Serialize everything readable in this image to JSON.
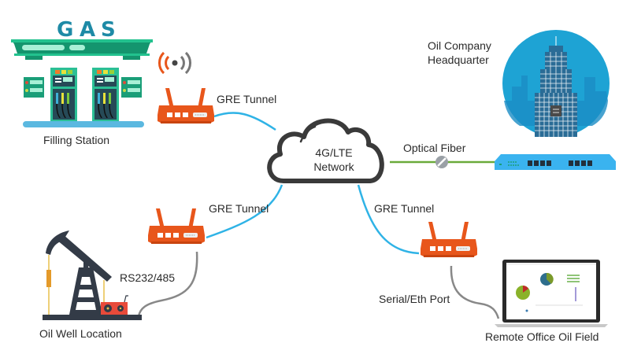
{
  "diagram": {
    "title": "4G/LTE industrial router oil & gas network",
    "colors": {
      "router": "#e8561b",
      "gre_link": "#2fb3e6",
      "fiber_link": "#6aaa3a",
      "serial_link": "#888888",
      "cloud_stroke": "#3a3a3a",
      "station_green": "#1a9e78",
      "hq_circle": "#1ea3d4",
      "switch_blue": "#3ab3ef",
      "pumpjack": "#333b47"
    },
    "nodes": {
      "cloud": {
        "line1": "4G/LTE",
        "line2": "Network",
        "icon": "cloud-icon"
      },
      "filling_station": {
        "label": "Filling Station",
        "sign": [
          "G",
          "A",
          "S"
        ],
        "icon": "gas-station-icon"
      },
      "headquarter": {
        "line1": "Oil Company",
        "line2": "Headquarter",
        "icon": "skyscraper-icon"
      },
      "oil_well": {
        "label": "Oil Well Location",
        "icon": "pumpjack-icon"
      },
      "remote_office": {
        "label": "Remote Office Oil Field",
        "icon": "laptop-icon"
      },
      "hq_switch": {
        "icon": "network-switch-icon"
      },
      "routers": [
        {
          "id": "router-filling-station",
          "icon": "router-icon",
          "wireless": true
        },
        {
          "id": "router-oil-well",
          "icon": "router-icon",
          "wireless": false
        },
        {
          "id": "router-remote-office",
          "icon": "router-icon",
          "wireless": false
        }
      ]
    },
    "links": [
      {
        "from": "router-filling-station",
        "to": "cloud",
        "label": "GRE Tunnel",
        "type": "gre"
      },
      {
        "from": "router-oil-well",
        "to": "cloud",
        "label": "GRE Tunnel",
        "type": "gre"
      },
      {
        "from": "router-remote-office",
        "to": "cloud",
        "label": "GRE Tunnel",
        "type": "gre"
      },
      {
        "from": "cloud",
        "to": "hq_switch",
        "label": "Optical Fiber",
        "type": "fiber"
      },
      {
        "from": "router-oil-well",
        "to": "oil_well",
        "label": "RS232/485",
        "type": "serial"
      },
      {
        "from": "router-remote-office",
        "to": "remote_office",
        "label": "Serial/Eth Port",
        "type": "serial"
      }
    ]
  }
}
